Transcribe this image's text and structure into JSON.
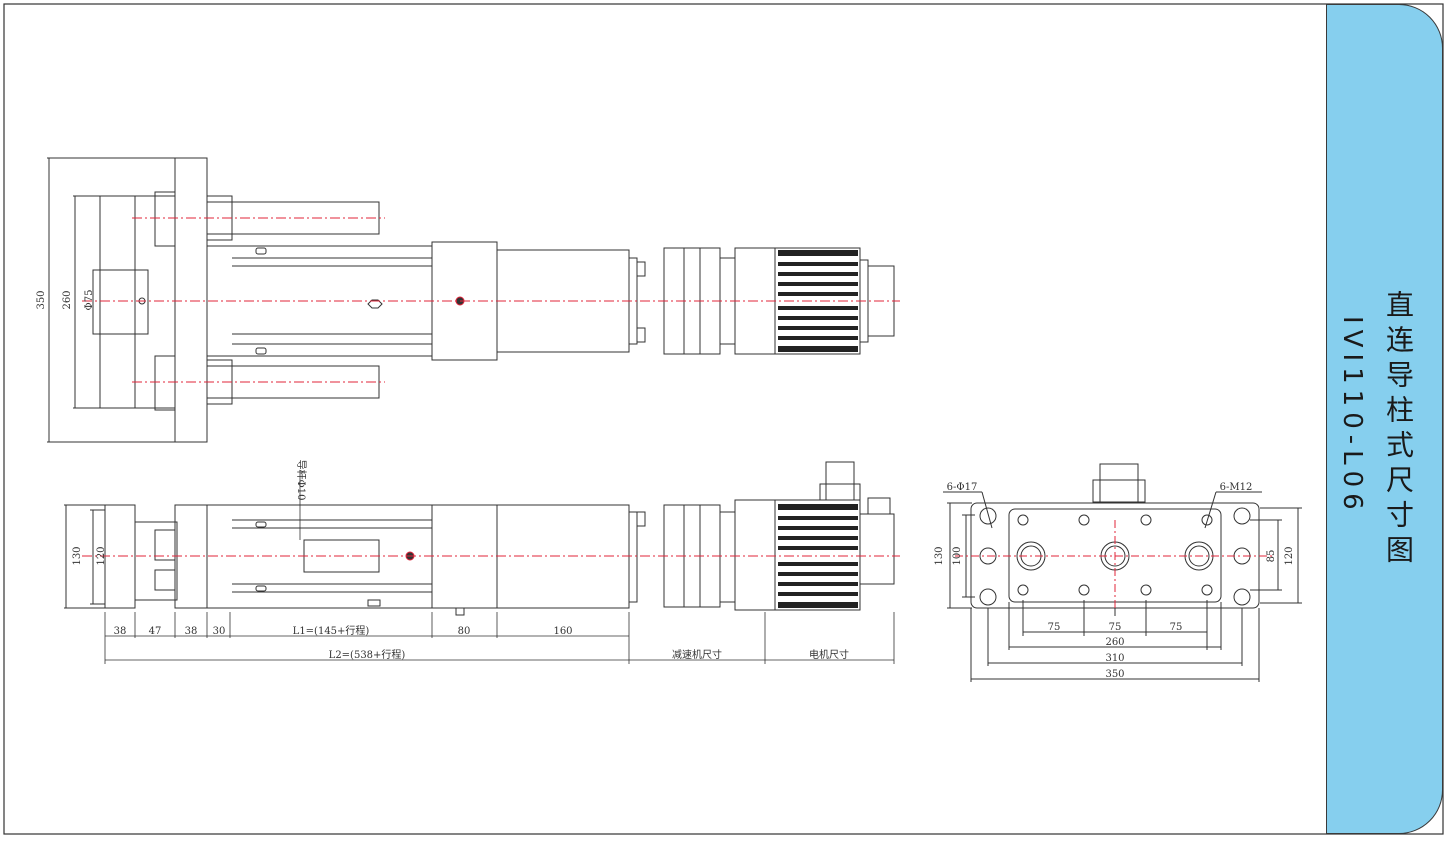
{
  "panel": {
    "title": "直连导柱式尺寸图",
    "model": "IVI110-L06"
  },
  "top_view": {
    "dim_350": "350",
    "dim_260": "260",
    "dim_phi75": "Φ75"
  },
  "side_view": {
    "dim_130": "130",
    "dim_120": "120",
    "guide_rod": "导杆Φ10",
    "seg_38a": "38",
    "seg_47": "47",
    "seg_38b": "38",
    "seg_30": "30",
    "l1": "L1=(145+行程)",
    "seg_80": "80",
    "seg_160": "160",
    "l2": "L2=(538+行程)",
    "reducer": "减速机尺寸",
    "motor": "电机尺寸"
  },
  "end_view": {
    "holes_left": "6-Φ17",
    "holes_right": "6-M12",
    "dim_130": "130",
    "dim_100": "100",
    "dim_85": "85",
    "dim_120": "120",
    "pitch_1": "75",
    "pitch_2": "75",
    "pitch_3": "75",
    "dim_260": "260",
    "dim_310": "310",
    "dim_350": "350"
  },
  "colors": {
    "panel": "#86cfee",
    "centerline": "#e0243a",
    "line": "#333333"
  }
}
